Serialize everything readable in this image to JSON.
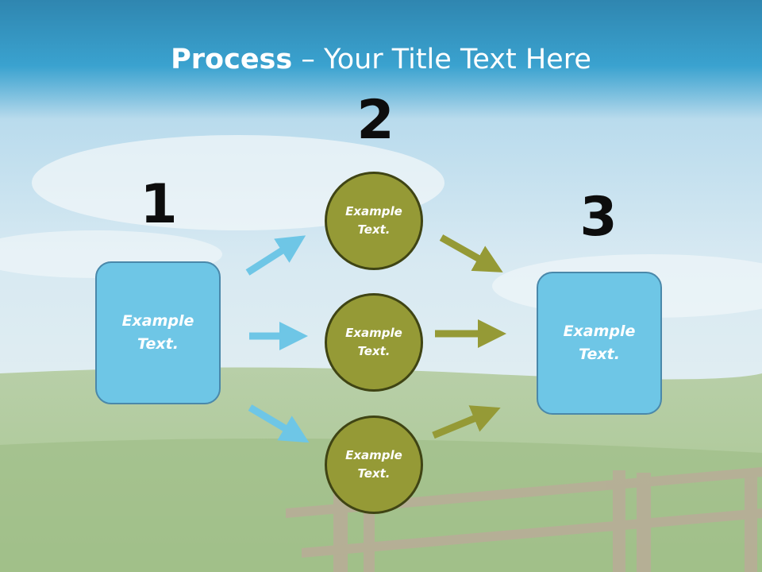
{
  "title": {
    "bold": "Process",
    "rest": " – Your Title Text Here"
  },
  "steps": [
    {
      "number": "1",
      "text_line1": "Example",
      "text_line2": "Text."
    },
    {
      "number": "2"
    },
    {
      "number": "3",
      "text_line1": "Example",
      "text_line2": "Text."
    }
  ],
  "circles": [
    {
      "text_line1": "Example",
      "text_line2": "Text."
    },
    {
      "text_line1": "Example",
      "text_line2": "Text."
    },
    {
      "text_line1": "Example",
      "text_line2": "Text."
    }
  ],
  "colors": {
    "box_fill": "#6ec6e6",
    "circle_fill": "#959a36",
    "arrow_blue": "#6ec6e6",
    "arrow_olive": "#959a36",
    "title_bar": "#3aa2cf"
  }
}
